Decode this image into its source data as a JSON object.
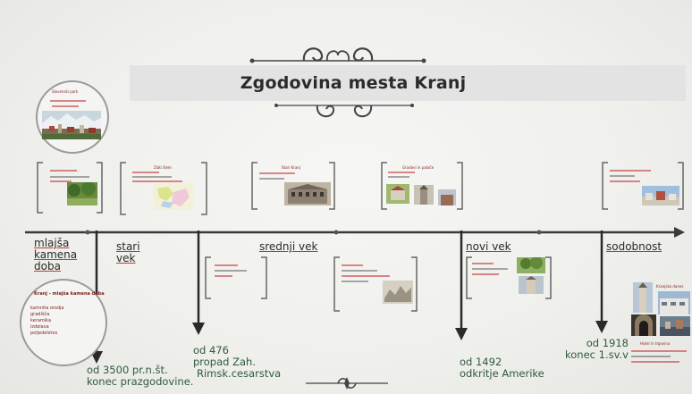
{
  "title": "Zgodovina mesta Kranj",
  "eras": {
    "mlajsa": [
      "mlajša",
      "kamena",
      "doba"
    ],
    "stari": [
      "stari",
      "vek"
    ],
    "srednji": "srednji vek",
    "novi": "novi vek",
    "sodobnost": "sodobnost"
  },
  "dates": {
    "d1": [
      "od 3500 pr.n.št.",
      "konec prazgodovine."
    ],
    "d2": [
      "od 476",
      "propad Zah.",
      "Rimsk.cesarstva"
    ],
    "d3": [
      "od 1492",
      "odkritje Amerike"
    ],
    "d4": [
      "od 1918",
      "konec 1.sv.v"
    ]
  },
  "cards": {
    "circle_top_title": "Slovenski park",
    "card2_title": "Zlati šlem",
    "card3_title": "Stari Kranj",
    "card4_title": "Gradovi in palače",
    "right_bottom_title": "Kranjsko danes",
    "right_bottom_caption": "Hotel in trgovina"
  },
  "circle_bottom": {
    "title": "Kranj - mlajša kamena doba",
    "items": [
      "kamnita orodja",
      "gradišča",
      "keramika",
      "izdelava",
      "poljedelstvo"
    ]
  },
  "colors": {
    "axis": "#3a3a3a",
    "accent_red": "#c23838",
    "date_green": "#2d5a3d",
    "title_bar": "#e3e3e3"
  }
}
